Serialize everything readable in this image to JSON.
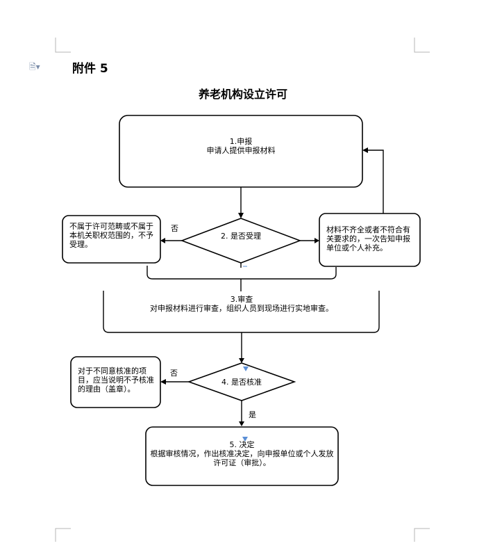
{
  "annex_label": "附件 5",
  "title": "养老机构设立许可",
  "steps": {
    "s1": {
      "num": "1.申报",
      "text": "申请人提供申报材料"
    },
    "s2": {
      "text": "2. 是否受理"
    },
    "s3": {
      "num": "3.审查",
      "text": "对申报材料进行审查，组织人员到现场进行实地审查。"
    },
    "s4": {
      "text": "4. 是否核准"
    },
    "s5": {
      "num": "5. 决定",
      "text": "根据审核情况，作出核准决定，向申报单位或个人发放许可证（审批）。"
    }
  },
  "side": {
    "reject1": "不属于许可范畴或不属于本机关职权范围的，不予受理。",
    "supplement": "材料不齐全或者不符合有关要求的，一次告知申报单位或个人补充。",
    "reject2": "对于不同意核准的项目，应当说明不予核准的理由（盖章）。"
  },
  "labels": {
    "no": "否",
    "yes": "是"
  },
  "icons": {
    "doc": "document-icon"
  },
  "colors": {
    "mark": "#5b8fd6"
  }
}
